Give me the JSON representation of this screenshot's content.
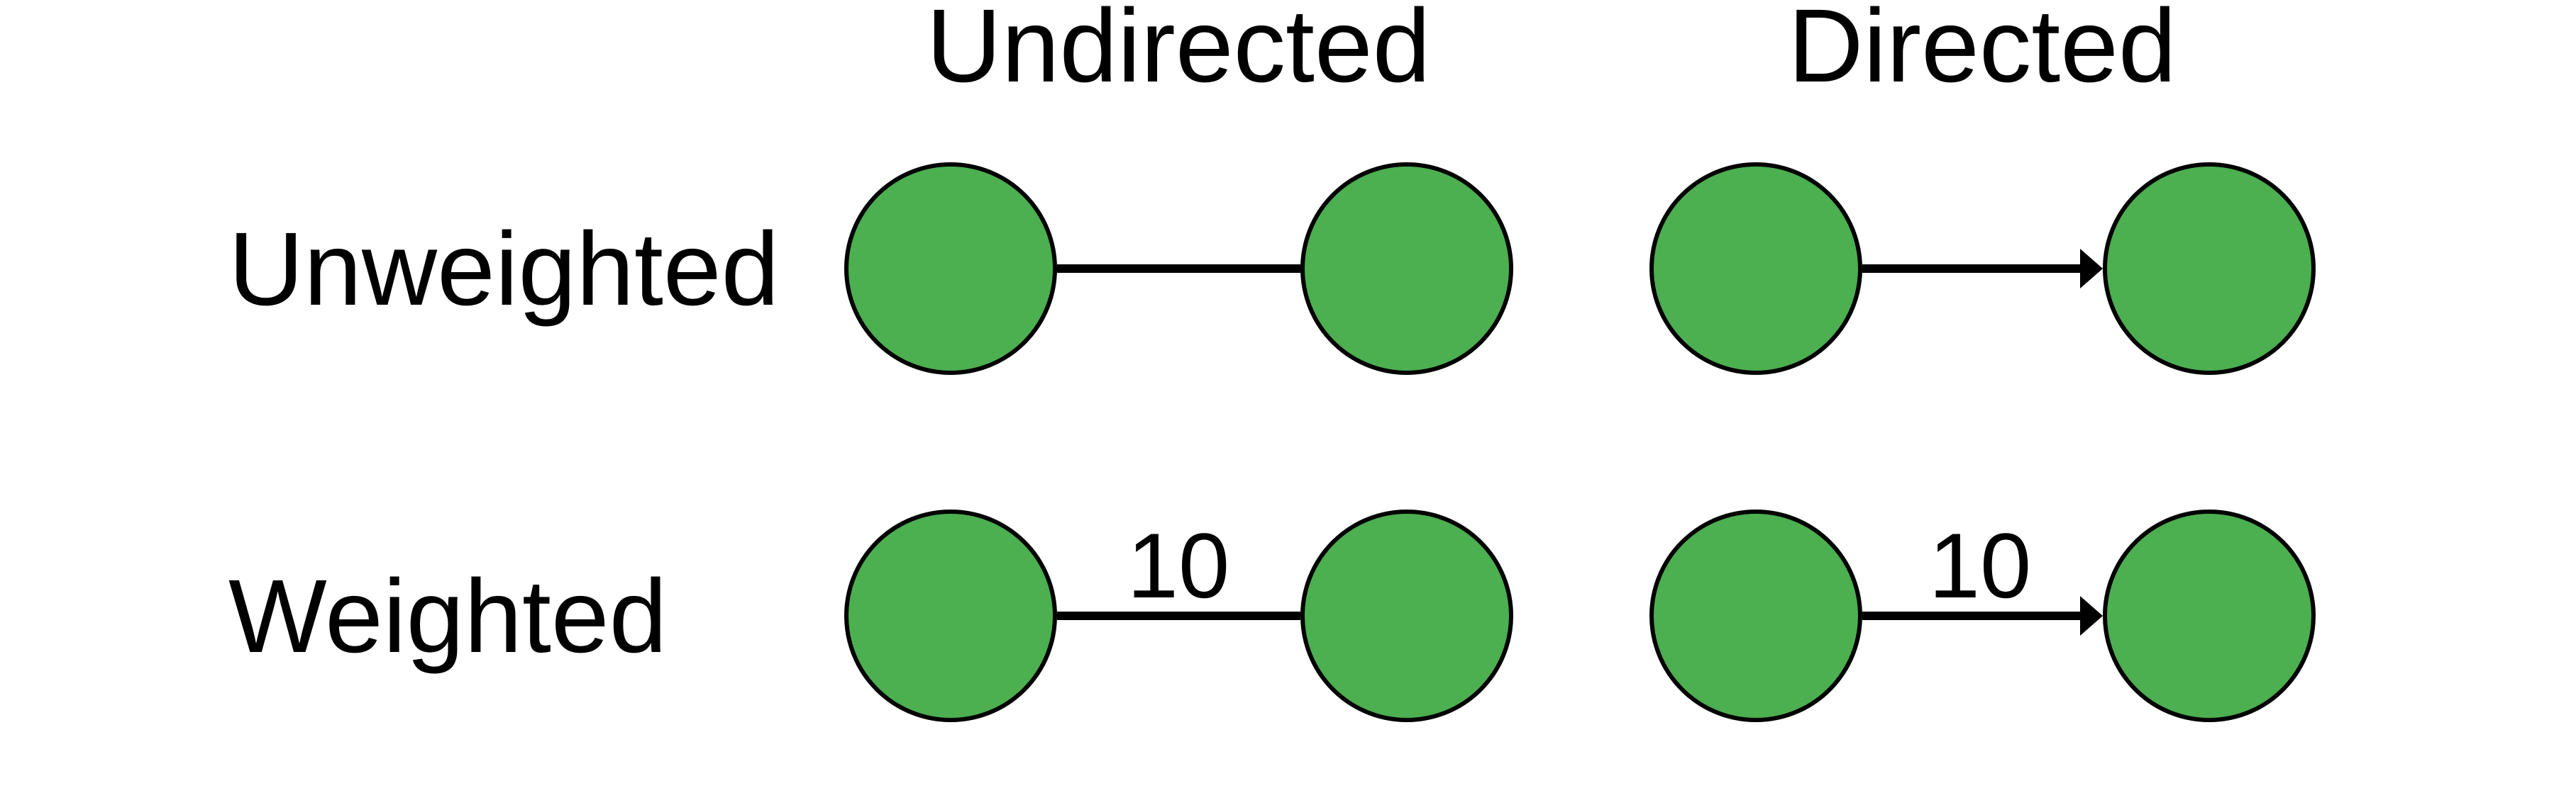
{
  "diagram": {
    "background_color": "#ffffff",
    "text_color": "#000000",
    "node_fill_color": "#4CAF50",
    "node_border_color": "#000000",
    "edge_color": "#000000",
    "column_headers": {
      "undirected": "Undirected",
      "directed": "Directed"
    },
    "row_labels": {
      "unweighted": "Unweighted",
      "weighted": "Weighted"
    },
    "cells": [
      {
        "row": "unweighted",
        "column": "undirected",
        "edge_type": "undirected-line",
        "nodes": 2,
        "weight": ""
      },
      {
        "row": "unweighted",
        "column": "directed",
        "edge_type": "directed-arrow",
        "nodes": 2,
        "weight": ""
      },
      {
        "row": "weighted",
        "column": "undirected",
        "edge_type": "undirected-line",
        "nodes": 2,
        "weight": "10"
      },
      {
        "row": "weighted",
        "column": "directed",
        "edge_type": "directed-arrow",
        "nodes": 2,
        "weight": "10"
      }
    ]
  }
}
